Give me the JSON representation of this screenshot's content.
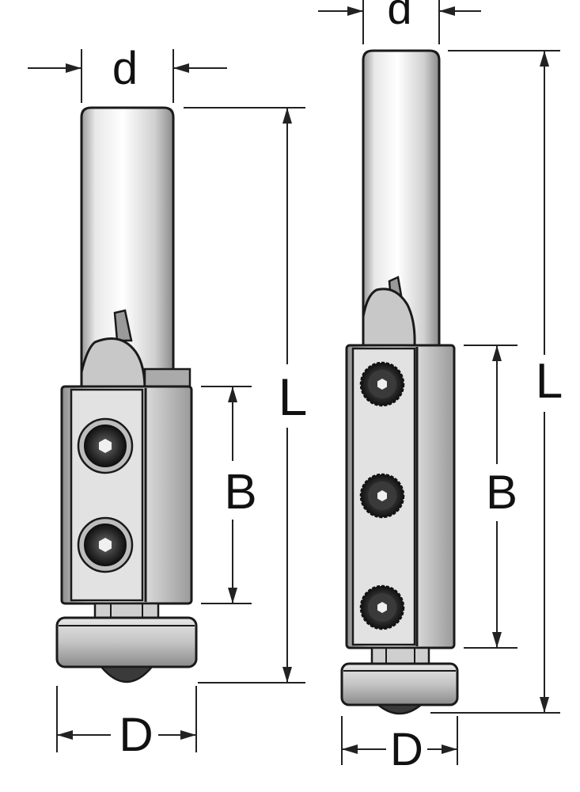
{
  "colors": {
    "outline": "#1a1a1a",
    "dimension_line": "#222222",
    "steel_light": "#f2f2f2",
    "steel_mid": "#c8c8c8",
    "steel_dark": "#7a7a7a",
    "bearing": "#b8b8b8",
    "screw_head": "#2a2a2a",
    "background": "#ffffff"
  },
  "left_cutter": {
    "labels": {
      "shank_diameter": "d",
      "overall_length": "L",
      "cutting_length": "B",
      "cutting_diameter": "D"
    },
    "screw_count": 2,
    "screw_icon": "hex-socket-screw-icon"
  },
  "right_cutter": {
    "labels": {
      "shank_diameter": "d",
      "overall_length": "L",
      "cutting_length": "B",
      "cutting_diameter": "D"
    },
    "screw_count": 3,
    "screw_icon": "hex-socket-screw-icon"
  }
}
